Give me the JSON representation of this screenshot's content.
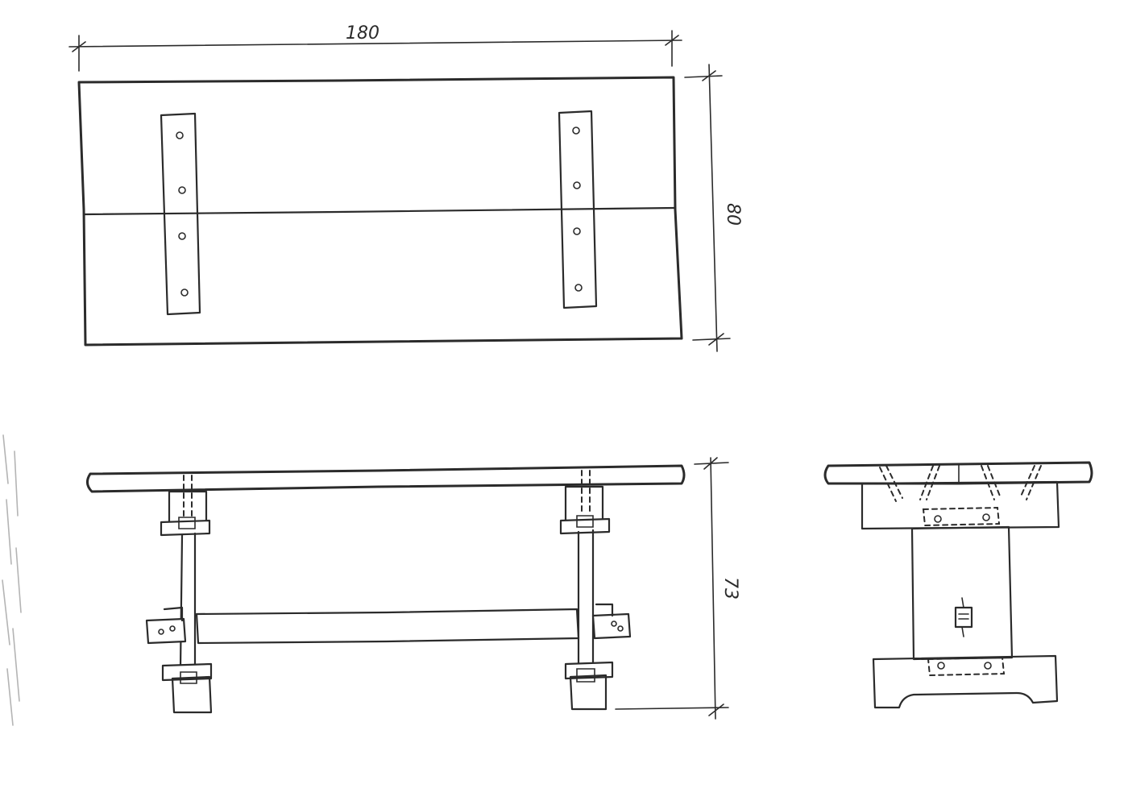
{
  "dimensions": {
    "length": "180",
    "width": "80",
    "height": "73"
  }
}
